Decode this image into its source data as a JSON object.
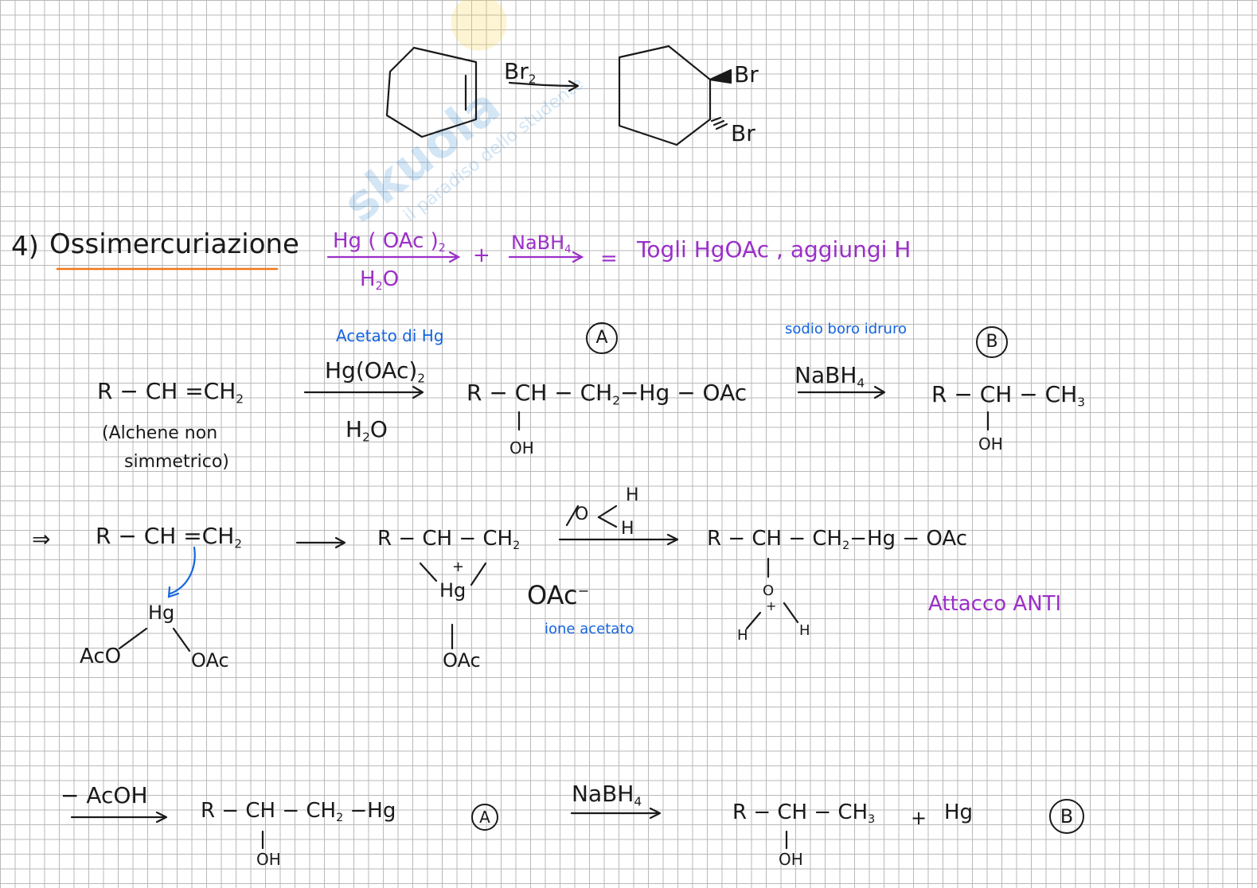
{
  "watermark": {
    "brand": "skuola",
    "tagline": "il paradiso dello studente"
  },
  "reaction_top": {
    "reagent": "Br",
    "reagent_sub": "2",
    "product_br_1": "Br",
    "product_br_2": "Br"
  },
  "section": {
    "number": "4)",
    "title": "Ossimercuriazione",
    "reagent_1": "Hg ( OAc )",
    "reagent_1_sub": "2",
    "solvent": "H",
    "solvent_sub": "2",
    "solvent_tail": "O",
    "plus": "+",
    "reagent_2": "NaBH",
    "reagent_2_sub": "4",
    "equals": "=",
    "summary": "Togli HgOAc , aggiungi H"
  },
  "overview": {
    "acetate_note": "Acetato di Hg",
    "label_A": "A",
    "reducer_note": "sodio boro idruro",
    "label_B": "B",
    "start": "R − CH =CH",
    "start_sub": "2",
    "start_note_1": "(Alchene non",
    "start_note_2": "simmetrico)",
    "reagent_1": "Hg(OAc)",
    "reagent_1_sub": "2",
    "solvent": "H",
    "solvent_sub": "2",
    "solvent_tail": "O",
    "intermediate": "R − CH − CH",
    "intermediate_sub": "2",
    "intermediate_tail": "−Hg − OAc",
    "intermediate_oh": "OH",
    "reagent_2": "NaBH",
    "reagent_2_sub": "4",
    "product": "R − CH − CH",
    "product_sub": "3",
    "product_oh": "OH"
  },
  "mechanism": {
    "implies": "⇒",
    "alkene": "R − CH =CH",
    "alkene_sub": "2",
    "hg": "Hg",
    "aco": "AcO",
    "oac": "OAc",
    "bridge": "R − CH − CH",
    "bridge_sub": "2",
    "bridge_hg": "Hg",
    "bridge_plus": "+",
    "bridge_oac": "OAc",
    "water_o": "O",
    "water_h1": "H",
    "water_h2": "H",
    "acetate_ion": "OAc",
    "acetate_minus": "−",
    "acetate_note": "ione acetato",
    "oxonium": "R − CH − CH",
    "oxonium_sub": "2",
    "oxonium_tail": "−Hg − OAc",
    "oxonium_o": "O",
    "oxonium_plus": "+",
    "oxonium_h1": "H",
    "oxonium_h2": "H",
    "attack_note": "Attacco ANTI"
  },
  "final": {
    "reagent_1": "− AcOH",
    "intermediate": "R − CH − CH",
    "intermediate_sub": "2",
    "intermediate_tail": " −Hg",
    "intermediate_oh": "OH",
    "label_A": "A",
    "reagent_2": "NaBH",
    "reagent_2_sub": "4",
    "product": "R − CH − CH",
    "product_sub": "3",
    "plus": "+",
    "byproduct": "Hg",
    "product_oh": "OH",
    "label_B": "B"
  }
}
